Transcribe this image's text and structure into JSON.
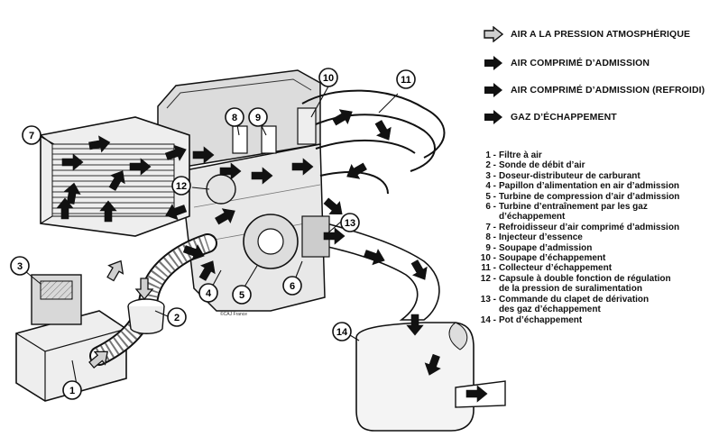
{
  "legend": [
    {
      "label": "AIR A LA PRESSION ATMOSPHÉRIQUE",
      "arrow": "hollow-arrow",
      "color": "#cfcfcf"
    },
    {
      "label": "AIR COMPRIMÉ D’ADMISSION",
      "arrow": "solid-arrow",
      "color": "#111111"
    },
    {
      "label": "AIR COMPRIMÉ D’ADMISSION (REFROIDI)",
      "arrow": "solid-arrow",
      "color": "#111111"
    },
    {
      "label": "GAZ D’ÉCHAPPEMENT",
      "arrow": "solid-arrow",
      "color": "#111111"
    }
  ],
  "parts": [
    {
      "num": "1 -",
      "text": "Filtre à air"
    },
    {
      "num": "2 -",
      "text": "Sonde de débit d’air"
    },
    {
      "num": "3 -",
      "text": "Doseur-distributeur de carburant"
    },
    {
      "num": "4 -",
      "text": "Papillon d’alimentation en air d’admission"
    },
    {
      "num": "5 -",
      "text": "Turbine de compression d’air d’admission"
    },
    {
      "num": "6 -",
      "text": "Turbine d’entraînement par les gaz\nd’échappement"
    },
    {
      "num": "7 -",
      "text": "Refroidisseur d’air comprimé d’admission"
    },
    {
      "num": "8 -",
      "text": "Injecteur d’essence"
    },
    {
      "num": "9 -",
      "text": "Soupape d’admission"
    },
    {
      "num": "10 -",
      "text": "Soupape d’échappement"
    },
    {
      "num": "11 -",
      "text": "Collecteur d’échappement"
    },
    {
      "num": "12 -",
      "text": "Capsule à double fonction de régulation\nde la pression de suralimentation"
    },
    {
      "num": "13 -",
      "text": "Commande du clapet de dérivation\ndes gaz d’échappement"
    },
    {
      "num": "14 -",
      "text": "Pot d’échappement"
    }
  ],
  "callouts": [
    "1",
    "2",
    "3",
    "4",
    "5",
    "6",
    "7",
    "8",
    "9",
    "10",
    "11",
    "12",
    "13",
    "14"
  ],
  "credit": "©CAJ France"
}
